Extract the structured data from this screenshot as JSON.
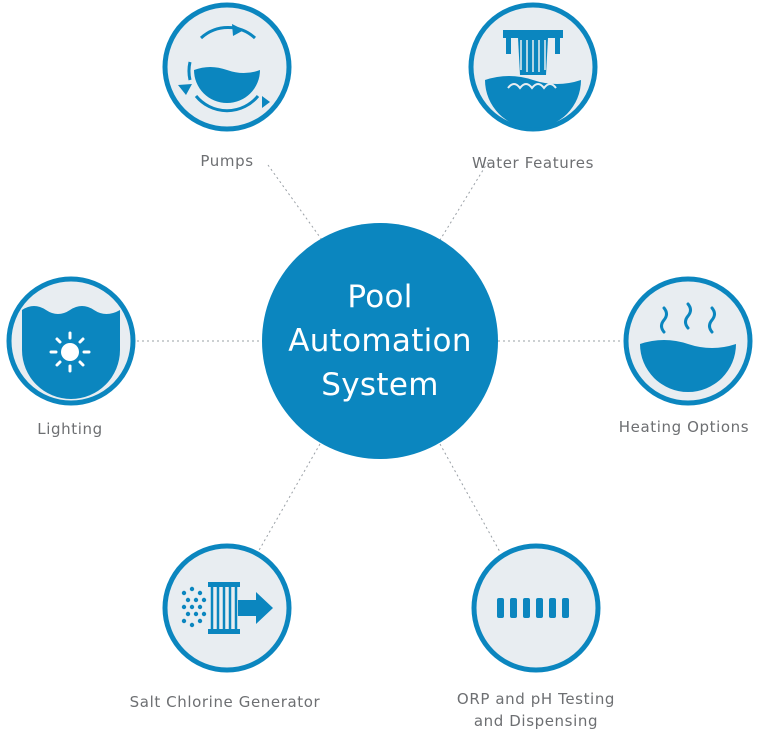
{
  "center": {
    "lines": [
      "Pool",
      "Automation",
      "System"
    ]
  },
  "nodes": [
    {
      "id": "pumps",
      "label": "Pumps",
      "icon": "pump-cycle-icon"
    },
    {
      "id": "water-features",
      "label": "Water Features",
      "icon": "waterfall-icon"
    },
    {
      "id": "lighting",
      "label": "Lighting",
      "icon": "underwater-light-icon"
    },
    {
      "id": "heating",
      "label": "Heating Options",
      "icon": "heat-waves-icon"
    },
    {
      "id": "salt",
      "label": "Salt Chlorine Generator",
      "icon": "salt-cell-icon"
    },
    {
      "id": "orp",
      "label_lines": [
        "ORP and pH Testing",
        "and Dispensing"
      ],
      "icon": "dispenser-icon"
    }
  ],
  "colors": {
    "primary": "#0b86bf",
    "node_fill": "#e8edf1",
    "text": "#6d6f72",
    "connector": "#9aa0a6"
  }
}
